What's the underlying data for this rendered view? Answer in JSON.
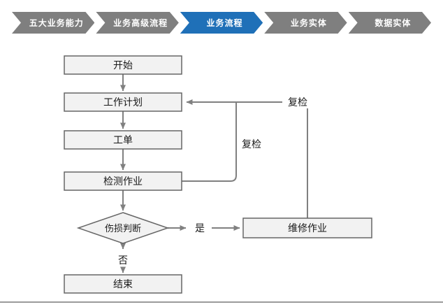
{
  "nav": {
    "items": [
      {
        "label": "五大业务能力",
        "active": false
      },
      {
        "label": "业务高级流程",
        "active": false
      },
      {
        "label": "业务流程",
        "active": true
      },
      {
        "label": "业务实体",
        "active": false
      },
      {
        "label": "数据实体",
        "active": false
      }
    ],
    "active_index": 2,
    "active_color": "#1F70B8",
    "inactive_color": "#7F7F7F",
    "text_color": "#FFFFFF"
  },
  "flowchart": {
    "nodes": [
      {
        "id": "start",
        "type": "rectangle",
        "label": "开始"
      },
      {
        "id": "work-plan",
        "type": "rectangle",
        "label": "工作计划"
      },
      {
        "id": "work-order",
        "type": "rectangle",
        "label": "工单"
      },
      {
        "id": "inspection-job",
        "type": "rectangle",
        "label": "检测作业"
      },
      {
        "id": "damage-decision",
        "type": "diamond",
        "label": "伤损判断"
      },
      {
        "id": "repair-job",
        "type": "rectangle",
        "label": "维修作业"
      },
      {
        "id": "end",
        "type": "rectangle",
        "label": "结束"
      }
    ],
    "edge_labels": {
      "yes": "是",
      "no": "否",
      "recheck_inner": "复检",
      "recheck_outer": "复检"
    },
    "node_fill": "#F2F2F2",
    "node_border": "#666666",
    "arrow_color": "#808080"
  }
}
